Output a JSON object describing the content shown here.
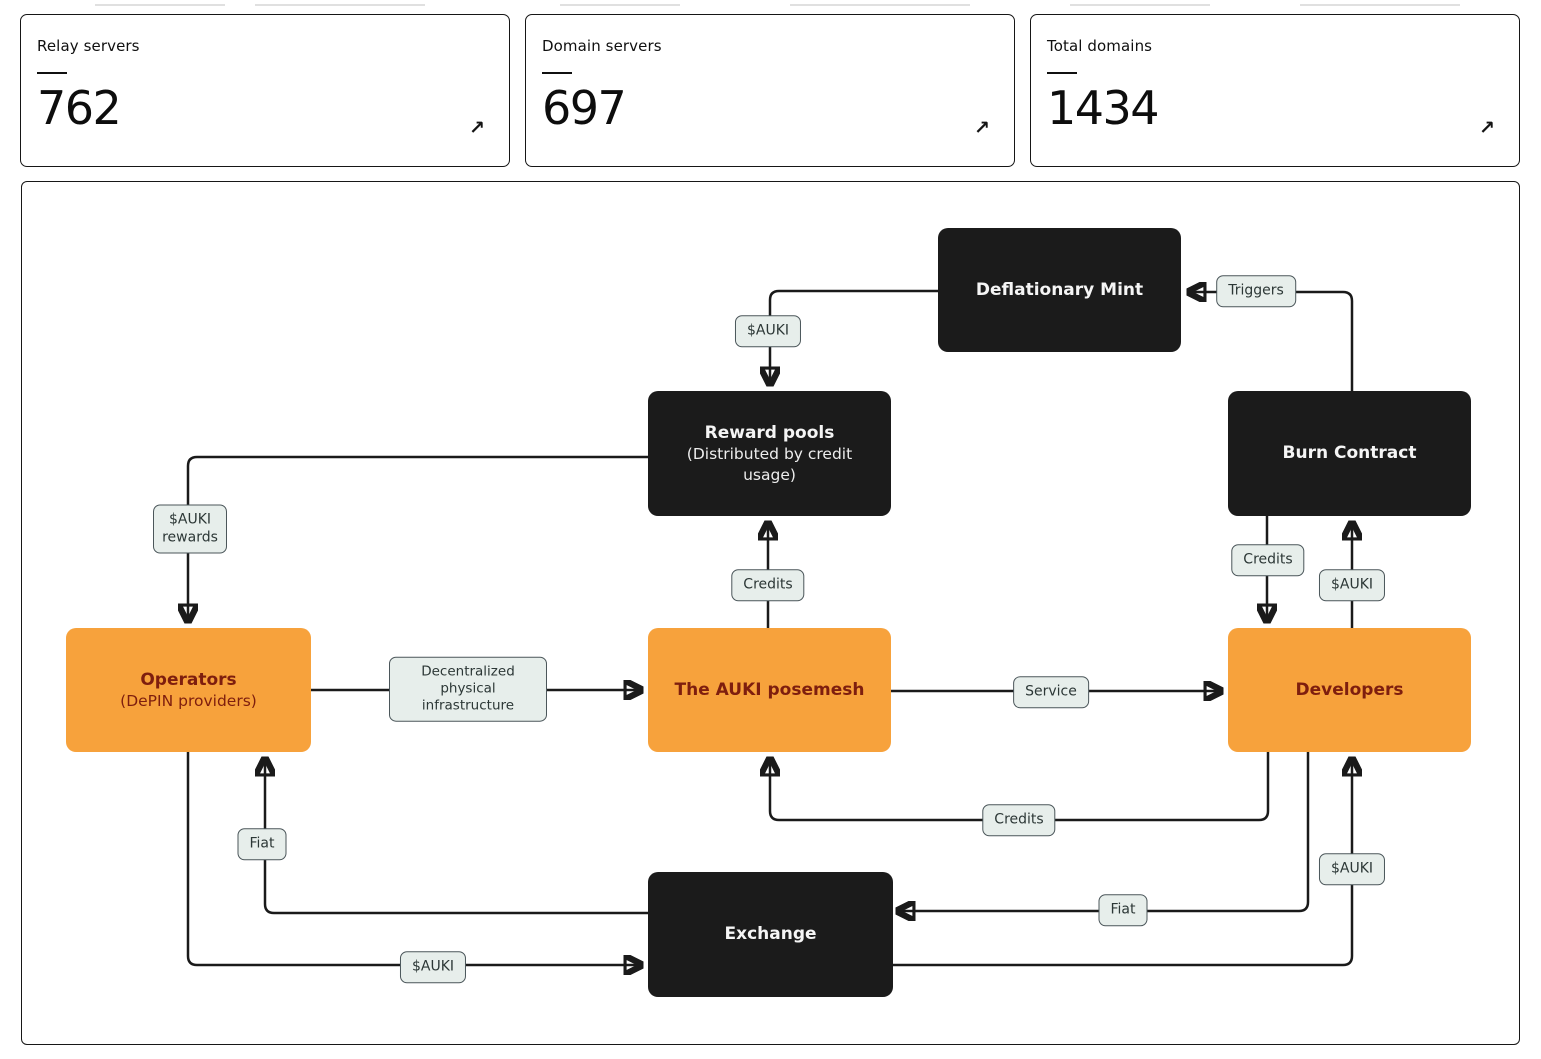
{
  "stats": {
    "cards": [
      {
        "label": "Relay servers",
        "value": "762"
      },
      {
        "label": "Domain servers",
        "value": "697"
      },
      {
        "label": "Total domains",
        "value": "1434"
      }
    ],
    "trend_icon": "↗"
  },
  "diagram": {
    "nodes": {
      "deflationary_mint": {
        "title": "Deflationary Mint"
      },
      "reward_pools": {
        "title": "Reward pools",
        "subtitle": "(Distributed by credit usage)"
      },
      "burn_contract": {
        "title": "Burn Contract"
      },
      "operators": {
        "title": "Operators",
        "subtitle": "(DePIN providers)"
      },
      "auki_posemesh": {
        "title": "The AUKI posemesh"
      },
      "developers": {
        "title": "Developers"
      },
      "exchange": {
        "title": "Exchange"
      }
    },
    "edge_labels": {
      "auki_to_pools": "$AUKI",
      "triggers": "Triggers",
      "auki_rewards": "$AUKI rewards",
      "credits_to_pools": "Credits",
      "credits_to_developers": "Credits",
      "auki_to_burn": "$AUKI",
      "depin_infrastructure": "Decentralized physical infrastructure",
      "service": "Service",
      "credits_to_posemesh": "Credits",
      "fiat_to_operators": "Fiat",
      "auki_to_exchange": "$AUKI",
      "fiat_to_exchange": "Fiat",
      "auki_to_developers": "$AUKI"
    }
  },
  "colors": {
    "accent_orange": "#F7A23C",
    "node_black": "#1B1B1B",
    "node_text_dark": "#F5F5F5",
    "orange_text_maroon": "#7E1E0E",
    "edge_label_bg": "#E7EEEB",
    "edge_label_border": "#4B565A",
    "line_color": "#1A1A1A"
  }
}
